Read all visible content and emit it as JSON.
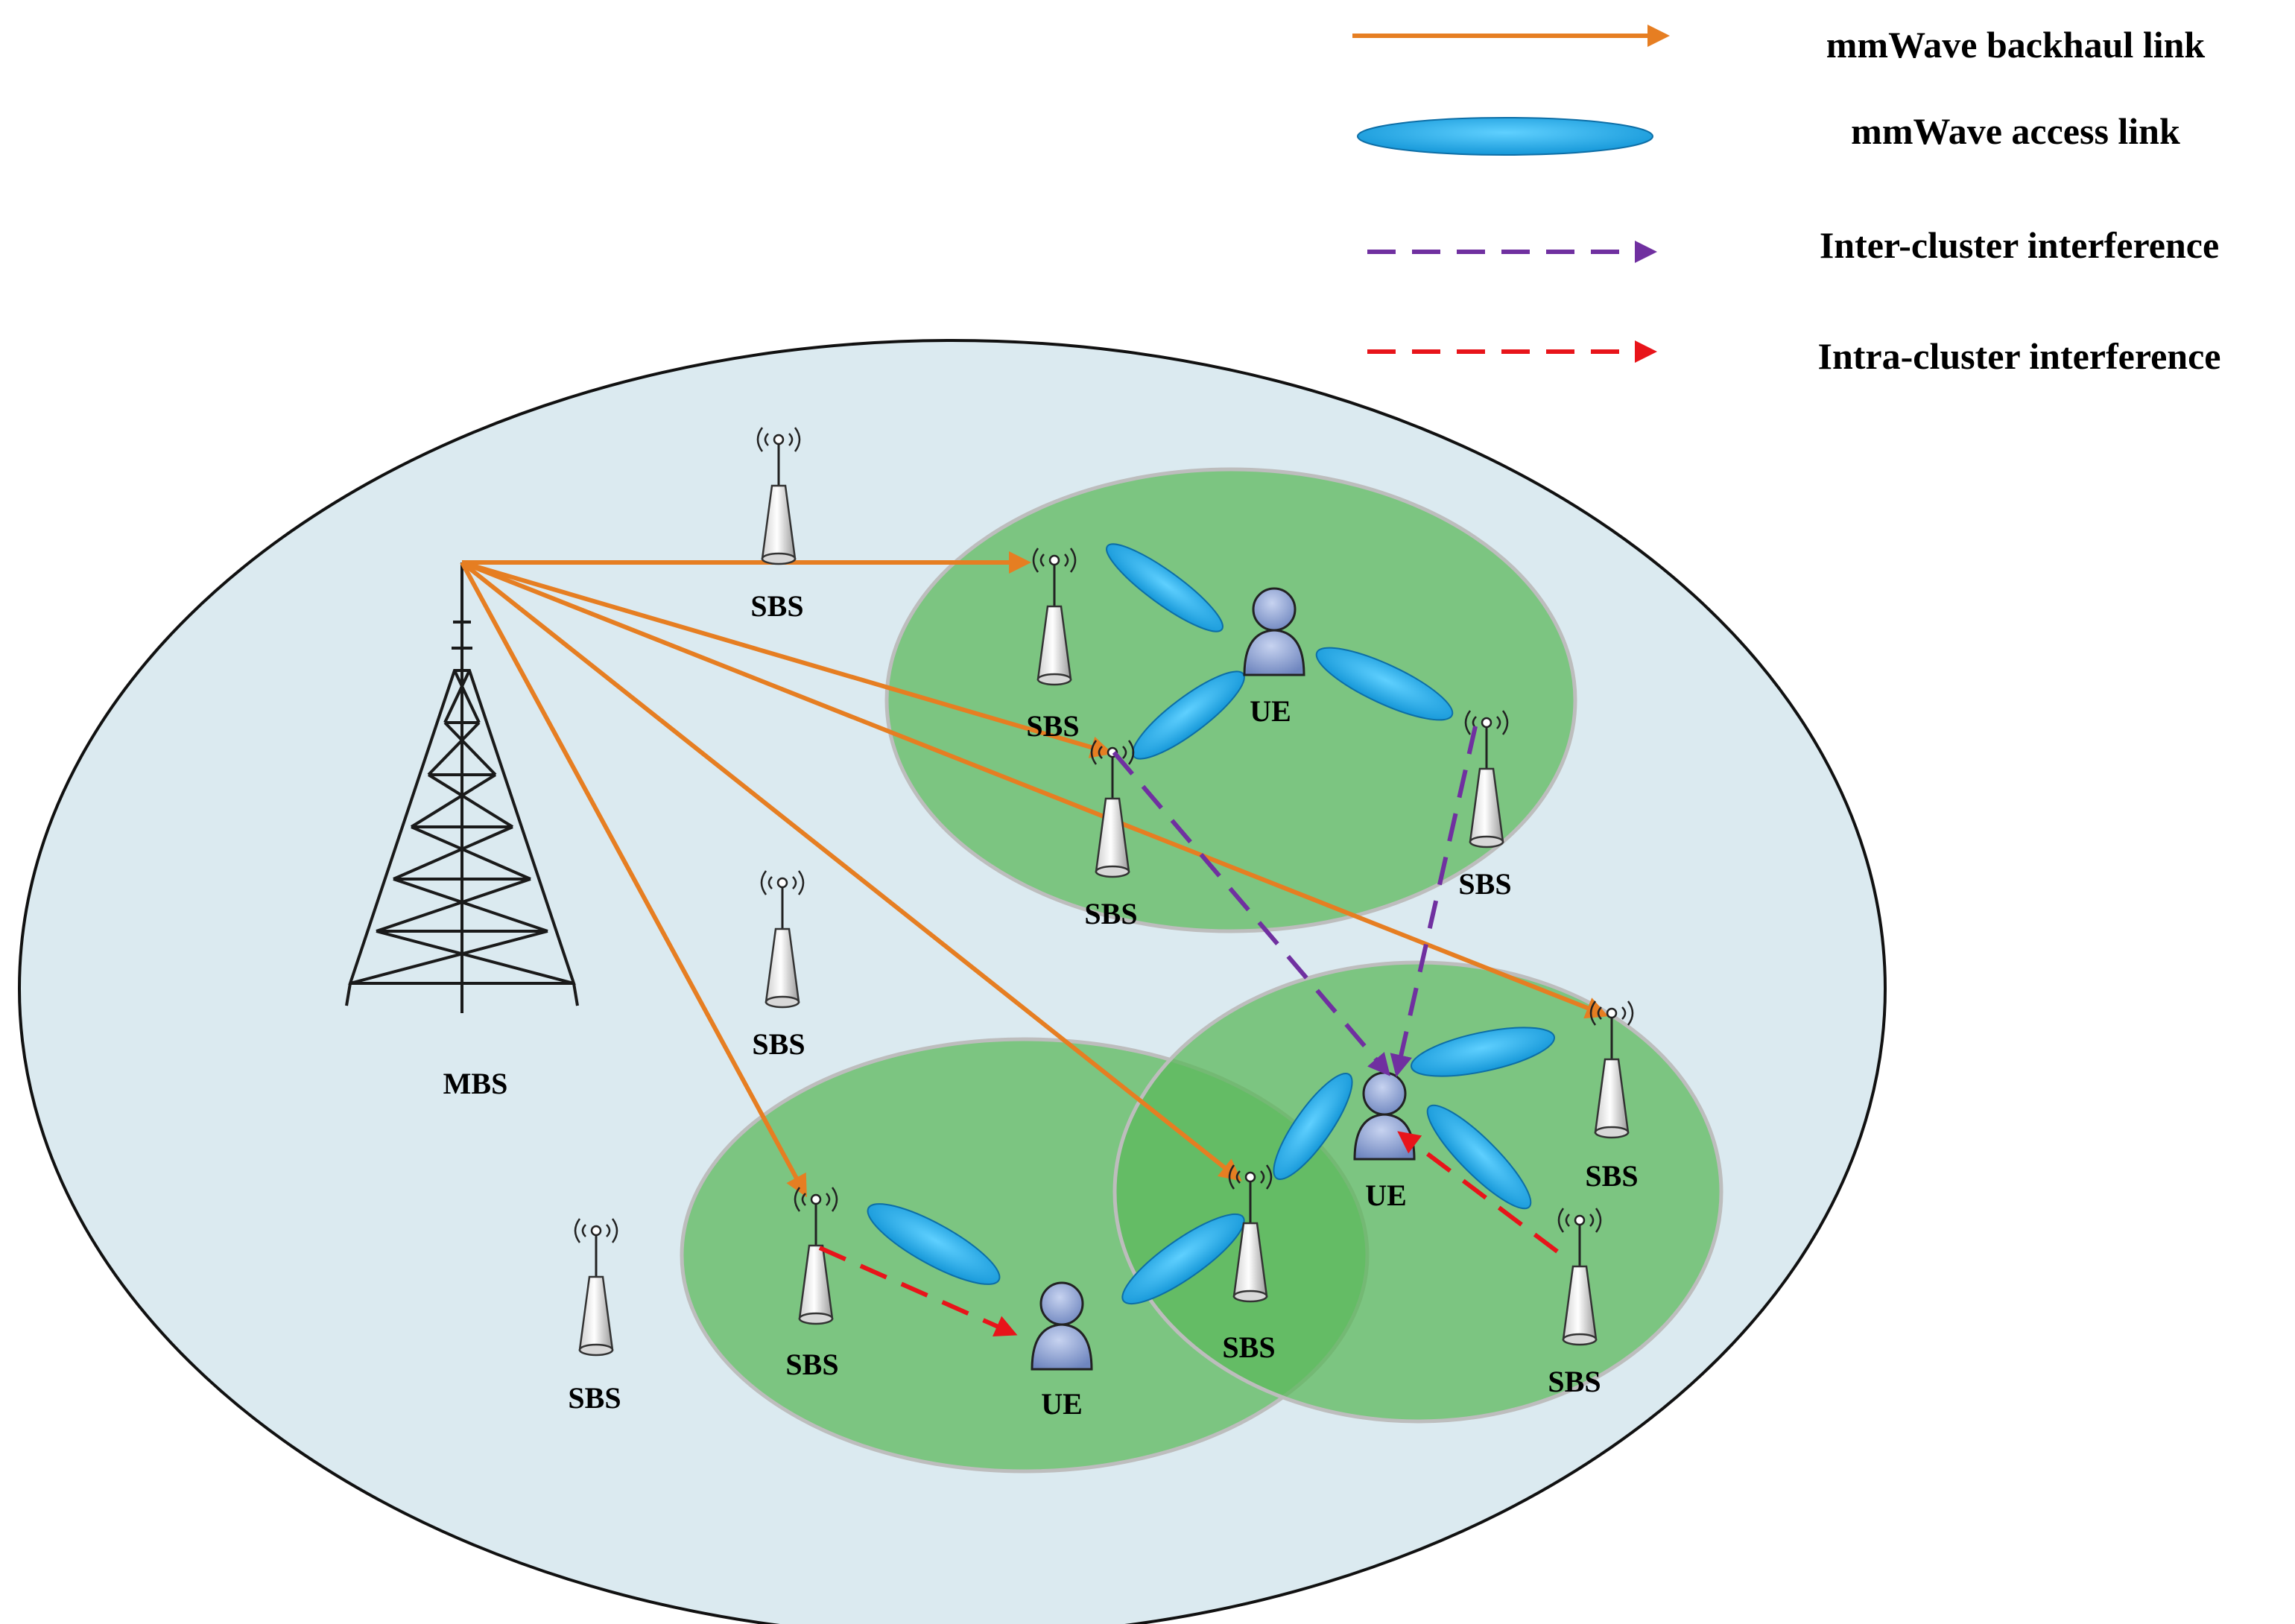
{
  "legend": {
    "backhaul": "mmWave backhaul link",
    "access": "mmWave access link",
    "inter": "Inter-cluster  interference",
    "intra": "Intra-cluster  interference"
  },
  "labels": {
    "mbs": "MBS",
    "sbs": "SBS",
    "ue": "UE"
  },
  "colors": {
    "macro_cell": "#dbeaf0",
    "cluster": "#5cb85c",
    "backhaul": "#e67e22",
    "access_beam": "#1fa8e8",
    "inter_interference": "#7030a0",
    "intra_interference": "#e8141a",
    "ue_icon": "#8ea4d4"
  }
}
